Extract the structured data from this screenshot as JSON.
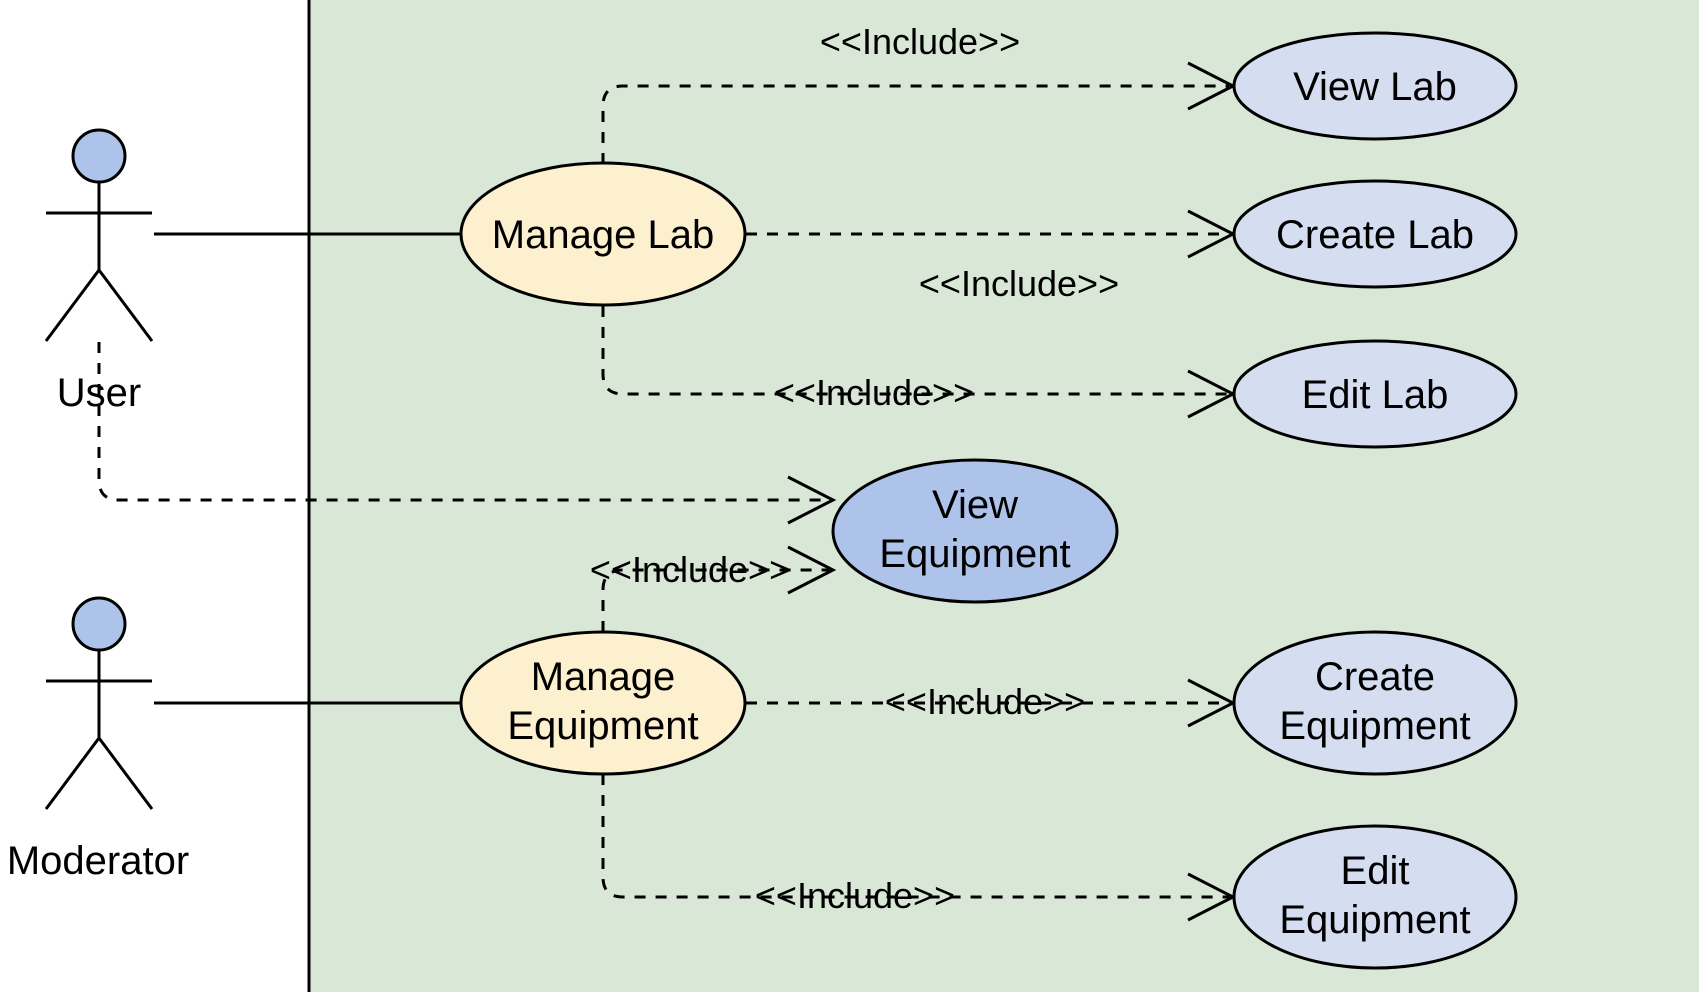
{
  "colors": {
    "system_fill": "#d9e7d6",
    "manage_fill": "#fcf0cf",
    "child_fill": "#d5def1",
    "view_equipment_fill": "#adc3ea",
    "actor_head_fill": "#adc3ea",
    "stroke": "#000000"
  },
  "actors": {
    "user": "User",
    "moderator": "Moderator"
  },
  "use_cases": {
    "manage_lab": [
      "Manage Lab"
    ],
    "view_lab": [
      "View Lab"
    ],
    "create_lab": [
      "Create Lab"
    ],
    "edit_lab": [
      "Edit Lab"
    ],
    "view_equipment": [
      "View",
      "Equipment"
    ],
    "manage_equipment": [
      "Manage",
      "Equipment"
    ],
    "create_equipment": [
      "Create",
      "Equipment"
    ],
    "edit_equipment": [
      "Edit",
      "Equipment"
    ]
  },
  "relations": {
    "include_label": "<<Include>>"
  }
}
